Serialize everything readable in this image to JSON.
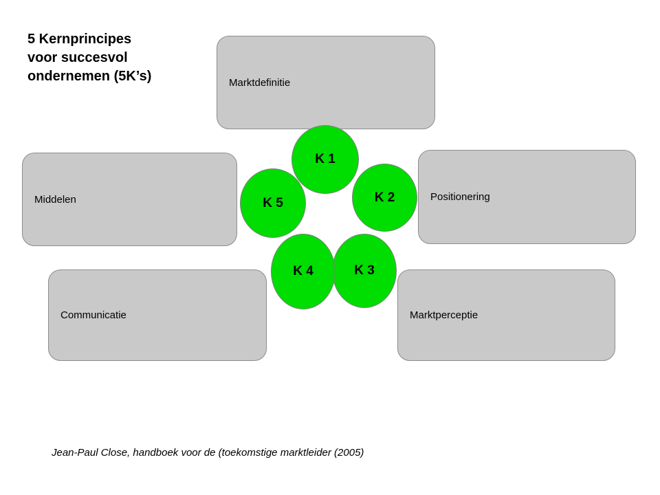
{
  "slide": {
    "title": "5 Kernprincipes\nvoor succesvol\nondernemen (5K’s)",
    "footer": "Jean-Paul Close, handboek voor de (toekomstige marktleider (2005)"
  },
  "boxes": [
    {
      "id": "marktdefinitie",
      "label": "Marktdefinitie"
    },
    {
      "id": "middelen",
      "label": "Middelen"
    },
    {
      "id": "positionering",
      "label": "Positionering"
    },
    {
      "id": "communicatie",
      "label": "Communicatie"
    },
    {
      "id": "marktperceptie",
      "label": "Marktperceptie"
    }
  ],
  "circles": [
    {
      "id": "k1",
      "label": "K 1"
    },
    {
      "id": "k2",
      "label": "K 2"
    },
    {
      "id": "k3",
      "label": "K 3"
    },
    {
      "id": "k4",
      "label": "K 4"
    },
    {
      "id": "k5",
      "label": "K 5"
    }
  ],
  "colors": {
    "box_fill": "#c9c9c9",
    "box_border": "#8c8c8c",
    "circle_fill": "#00dd00",
    "circle_border": "#7f7f7f",
    "text": "#000000",
    "background": "#ffffff"
  }
}
